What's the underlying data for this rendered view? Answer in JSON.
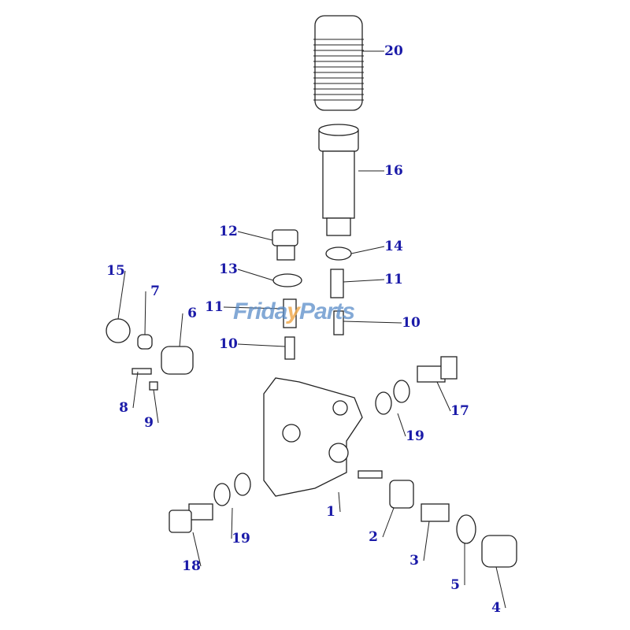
{
  "watermark": {
    "brand": "FridayParts",
    "accent": "#f0aa50",
    "color": "#5a8cc8"
  },
  "label_color": "#1a1aa8",
  "callouts": [
    "20",
    "16",
    "12",
    "14",
    "13",
    "11",
    "11",
    "10",
    "10",
    "15",
    "7",
    "6",
    "8",
    "9",
    "17",
    "19",
    "19",
    "1",
    "2",
    "3",
    "5",
    "4",
    "18"
  ]
}
